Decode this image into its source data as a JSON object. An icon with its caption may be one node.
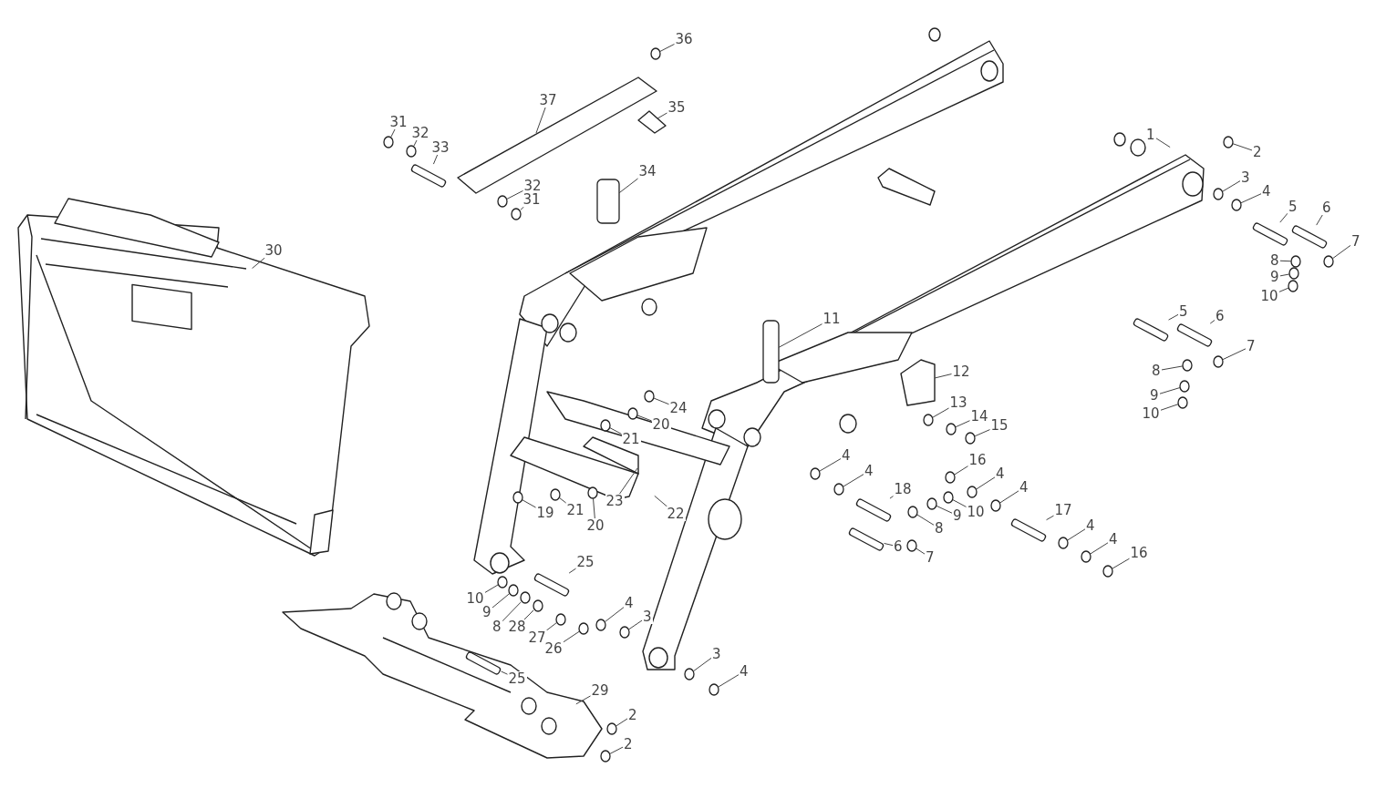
{
  "diagram": {
    "nodes": [
      {
        "text": [
          "36"
        ]
      },
      {
        "text": [
          "37"
        ]
      },
      {
        "text": [
          "35"
        ]
      },
      {
        "text": [
          "31"
        ]
      },
      {
        "text": [
          "32"
        ]
      },
      {
        "text": [
          "33"
        ]
      },
      {
        "text": [
          "34"
        ]
      },
      {
        "text": [
          "32"
        ]
      },
      {
        "text": [
          "31"
        ]
      },
      {
        "text": [
          "30"
        ]
      },
      {
        "text": [
          "1"
        ]
      },
      {
        "text": [
          "2"
        ]
      },
      {
        "text": [
          "3"
        ]
      },
      {
        "text": [
          "4"
        ]
      },
      {
        "text": [
          "5"
        ]
      },
      {
        "text": [
          "6"
        ]
      },
      {
        "text": [
          "7"
        ]
      },
      {
        "text": [
          "8"
        ]
      },
      {
        "text": [
          "9"
        ]
      },
      {
        "text": [
          "10"
        ]
      },
      {
        "text": [
          "5"
        ]
      },
      {
        "text": [
          "6"
        ]
      },
      {
        "text": [
          "7"
        ]
      },
      {
        "text": [
          "8"
        ]
      },
      {
        "text": [
          "9"
        ]
      },
      {
        "text": [
          "10"
        ]
      },
      {
        "text": [
          "11"
        ]
      },
      {
        "text": [
          "12"
        ]
      },
      {
        "text": [
          "13"
        ]
      },
      {
        "text": [
          "14"
        ]
      },
      {
        "text": [
          "15"
        ]
      },
      {
        "text": [
          "24"
        ]
      },
      {
        "text": [
          "20"
        ]
      },
      {
        "text": [
          "21"
        ]
      },
      {
        "text": [
          "4"
        ]
      },
      {
        "text": [
          "4"
        ]
      },
      {
        "text": [
          "16"
        ]
      },
      {
        "text": [
          "4"
        ]
      },
      {
        "text": [
          "4"
        ]
      },
      {
        "text": [
          "18"
        ]
      },
      {
        "text": [
          "17"
        ]
      },
      {
        "text": [
          "19"
        ]
      },
      {
        "text": [
          "21"
        ]
      },
      {
        "text": [
          "23"
        ]
      },
      {
        "text": [
          "20"
        ]
      },
      {
        "text": [
          "22"
        ]
      },
      {
        "text": [
          "8"
        ]
      },
      {
        "text": [
          "9"
        ]
      },
      {
        "text": [
          "10"
        ]
      },
      {
        "text": [
          "6"
        ]
      },
      {
        "text": [
          "7"
        ]
      },
      {
        "text": [
          "4"
        ]
      },
      {
        "text": [
          "4"
        ]
      },
      {
        "text": [
          "16"
        ]
      },
      {
        "text": [
          "25"
        ]
      },
      {
        "text": [
          "10"
        ]
      },
      {
        "text": [
          "9"
        ]
      },
      {
        "text": [
          "8"
        ]
      },
      {
        "text": [
          "28"
        ]
      },
      {
        "text": [
          "4"
        ]
      },
      {
        "text": [
          "3"
        ]
      },
      {
        "text": [
          "27"
        ]
      },
      {
        "text": [
          "26"
        ]
      },
      {
        "text": [
          "3"
        ]
      },
      {
        "text": [
          "4"
        ]
      },
      {
        "text": [
          "25"
        ]
      },
      {
        "text": [
          "29"
        ]
      },
      {
        "text": [
          "2"
        ]
      },
      {
        "text": [
          "2"
        ]
      },
      {
        "text": [],
        "shape": "circle"
      },
      {
        "text": [],
        "shape": "circle"
      },
      {
        "text": [],
        "shape": "circle"
      },
      {
        "text": [],
        "shape": "bar"
      },
      {
        "text": [],
        "shape": "circle"
      },
      {
        "text": [],
        "shape": "circle"
      },
      {
        "text": [],
        "shape": "circle"
      },
      {
        "text": [],
        "shape": "circle"
      },
      {
        "text": [],
        "shape": "circle"
      },
      {
        "text": [],
        "shape": "bar"
      },
      {
        "text": [],
        "shape": "bar"
      },
      {
        "text": [],
        "shape": "circle"
      },
      {
        "text": [],
        "shape": "circle"
      },
      {
        "text": [],
        "shape": "circle"
      },
      {
        "text": [],
        "shape": "circle"
      },
      {
        "text": [],
        "shape": "bar"
      },
      {
        "text": [],
        "shape": "bar"
      },
      {
        "text": [],
        "shape": "circle"
      },
      {
        "text": [],
        "shape": "circle"
      },
      {
        "text": [],
        "shape": "circle"
      },
      {
        "text": [],
        "shape": "circle"
      },
      {
        "text": [],
        "shape": "circle"
      },
      {
        "text": [],
        "shape": "circle"
      },
      {
        "text": [],
        "shape": "circle"
      },
      {
        "text": [],
        "shape": "circle"
      },
      {
        "text": [],
        "shape": "circle"
      },
      {
        "text": [],
        "shape": "circle"
      },
      {
        "text": [],
        "shape": "circle"
      },
      {
        "text": [],
        "shape": "circle"
      },
      {
        "text": [],
        "shape": "circle"
      },
      {
        "text": [],
        "shape": "circle"
      },
      {
        "text": [],
        "shape": "circle"
      },
      {
        "text": [],
        "shape": "bar"
      },
      {
        "text": [],
        "shape": "bar"
      },
      {
        "text": [],
        "shape": "circle"
      },
      {
        "text": [],
        "shape": "circle"
      },
      {
        "text": [],
        "shape": "circle"
      },
      {
        "text": [],
        "shape": "circle"
      },
      {
        "text": [],
        "shape": "circle"
      },
      {
        "text": [],
        "shape": "circle"
      },
      {
        "text": [],
        "shape": "bar"
      },
      {
        "text": [],
        "shape": "circle"
      },
      {
        "text": [],
        "shape": "circle"
      },
      {
        "text": [],
        "shape": "circle"
      },
      {
        "text": [],
        "shape": "circle"
      },
      {
        "text": [],
        "shape": "bar"
      },
      {
        "text": [],
        "shape": "circle"
      },
      {
        "text": [],
        "shape": "circle"
      },
      {
        "text": [],
        "shape": "circle"
      },
      {
        "text": [],
        "shape": "circle"
      },
      {
        "text": [],
        "shape": "circle"
      },
      {
        "text": [],
        "shape": "circle"
      },
      {
        "text": [],
        "shape": "circle"
      },
      {
        "text": [],
        "shape": "circle"
      },
      {
        "text": [],
        "shape": "circle"
      },
      {
        "text": [],
        "shape": "circle"
      },
      {
        "text": [],
        "shape": "bar"
      },
      {
        "text": [],
        "shape": "circle"
      },
      {
        "text": [],
        "shape": "circle"
      },
      {
        "text": [],
        "shape": "picture"
      },
      {
        "text": [],
        "shape": "picture"
      },
      {
        "text": [],
        "shape": "box"
      },
      {
        "text": [],
        "shape": "box"
      },
      {
        "text": [],
        "shape": "picture"
      },
      {
        "text": [],
        "shape": "picture"
      }
    ],
    "edges": [
      {
        "from": 0,
        "to": 69,
        "arrow": "none"
      },
      {
        "from": 1,
        "to": 128,
        "arrow": "none"
      },
      {
        "from": 2,
        "to": 129,
        "arrow": "none"
      },
      {
        "from": 3,
        "to": 70,
        "arrow": "none"
      },
      {
        "from": 4,
        "to": 71,
        "arrow": "none"
      },
      {
        "from": 5,
        "to": 72,
        "arrow": "none"
      },
      {
        "from": 6,
        "to": 130,
        "arrow": "none"
      },
      {
        "from": 7,
        "to": 73,
        "arrow": "none"
      },
      {
        "from": 8,
        "to": 74,
        "arrow": "none"
      },
      {
        "from": 9,
        "to": null,
        "arrow": "none"
      },
      {
        "from": 10,
        "to": null,
        "arrow": "none"
      },
      {
        "from": 11,
        "to": 75,
        "arrow": "none"
      },
      {
        "from": 12,
        "to": 76,
        "arrow": "none"
      },
      {
        "from": 13,
        "to": 77,
        "arrow": "none"
      },
      {
        "from": 14,
        "to": 78,
        "arrow": "none"
      },
      {
        "from": 15,
        "to": 79,
        "arrow": "none"
      },
      {
        "from": 16,
        "to": 80,
        "arrow": "none"
      },
      {
        "from": 17,
        "to": 81,
        "arrow": "none"
      },
      {
        "from": 18,
        "to": 82,
        "arrow": "none"
      },
      {
        "from": 19,
        "to": 83,
        "arrow": "none"
      },
      {
        "from": 20,
        "to": 84,
        "arrow": "none"
      },
      {
        "from": 21,
        "to": 85,
        "arrow": "none"
      },
      {
        "from": 22,
        "to": 86,
        "arrow": "none"
      },
      {
        "from": 23,
        "to": 87,
        "arrow": "none"
      },
      {
        "from": 24,
        "to": 88,
        "arrow": "none"
      },
      {
        "from": 25,
        "to": 89,
        "arrow": "none"
      },
      {
        "from": 26,
        "to": 131,
        "arrow": "none"
      },
      {
        "from": 27,
        "to": 132,
        "arrow": "none"
      },
      {
        "from": 28,
        "to": 90,
        "arrow": "none"
      },
      {
        "from": 29,
        "to": 91,
        "arrow": "none"
      },
      {
        "from": 30,
        "to": 92,
        "arrow": "none"
      },
      {
        "from": 31,
        "to": 93,
        "arrow": "none"
      },
      {
        "from": 32,
        "to": 94,
        "arrow": "none"
      },
      {
        "from": 33,
        "to": 95,
        "arrow": "none"
      },
      {
        "from": 34,
        "to": 96,
        "arrow": "none"
      },
      {
        "from": 35,
        "to": 97,
        "arrow": "none"
      },
      {
        "from": 36,
        "to": 98,
        "arrow": "none"
      },
      {
        "from": 37,
        "to": 99,
        "arrow": "none"
      },
      {
        "from": 38,
        "to": 100,
        "arrow": "none"
      },
      {
        "from": 39,
        "to": 101,
        "arrow": "none"
      },
      {
        "from": 40,
        "to": 102,
        "arrow": "none"
      },
      {
        "from": 41,
        "to": 103,
        "arrow": "none"
      },
      {
        "from": 42,
        "to": 104,
        "arrow": "none"
      },
      {
        "from": 43,
        "to": 133,
        "arrow": "none"
      },
      {
        "from": 44,
        "to": 105,
        "arrow": "none"
      },
      {
        "from": 45,
        "to": null,
        "arrow": "none"
      },
      {
        "from": 46,
        "to": 106,
        "arrow": "none"
      },
      {
        "from": 47,
        "to": 107,
        "arrow": "none"
      },
      {
        "from": 48,
        "to": 108,
        "arrow": "none"
      },
      {
        "from": 49,
        "to": 109,
        "arrow": "none"
      },
      {
        "from": 50,
        "to": 110,
        "arrow": "none"
      },
      {
        "from": 51,
        "to": 111,
        "arrow": "none"
      },
      {
        "from": 52,
        "to": 112,
        "arrow": "none"
      },
      {
        "from": 53,
        "to": 113,
        "arrow": "none"
      },
      {
        "from": 54,
        "to": 114,
        "arrow": "none"
      },
      {
        "from": 55,
        "to": 115,
        "arrow": "none"
      },
      {
        "from": 56,
        "to": 116,
        "arrow": "none"
      },
      {
        "from": 57,
        "to": 117,
        "arrow": "none"
      },
      {
        "from": 58,
        "to": 118,
        "arrow": "none"
      },
      {
        "from": 59,
        "to": 119,
        "arrow": "none"
      },
      {
        "from": 60,
        "to": 120,
        "arrow": "none"
      },
      {
        "from": 61,
        "to": 121,
        "arrow": "none"
      },
      {
        "from": 62,
        "to": 122,
        "arrow": "none"
      },
      {
        "from": 63,
        "to": 123,
        "arrow": "none"
      },
      {
        "from": 64,
        "to": 124,
        "arrow": "none"
      },
      {
        "from": 65,
        "to": 125,
        "arrow": "none"
      },
      {
        "from": 66,
        "to": null,
        "arrow": "none"
      },
      {
        "from": 67,
        "to": 126,
        "arrow": "none"
      },
      {
        "from": 68,
        "to": 127,
        "arrow": "none"
      }
    ]
  }
}
